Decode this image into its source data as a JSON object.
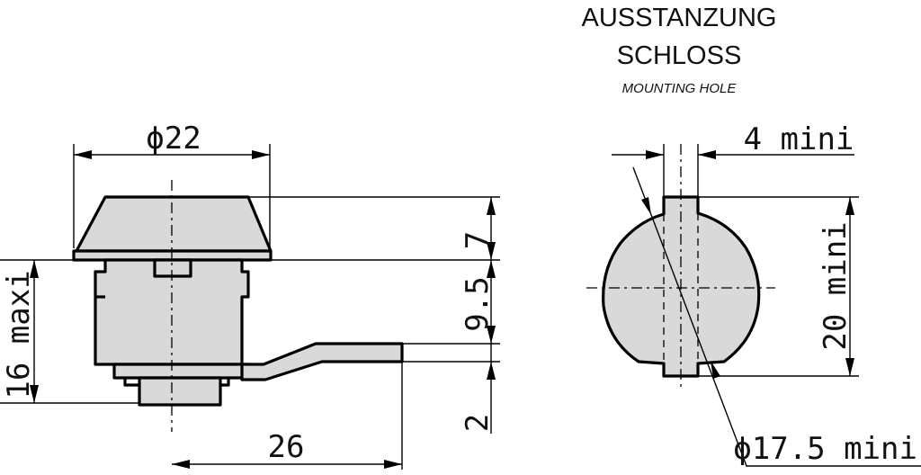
{
  "mounting_hole": {
    "title_line1": "AUSSTANZUNG",
    "title_line2": "SCHLOSS",
    "subtitle": "MOUNTING HOLE"
  },
  "dimensions": {
    "body_diameter": "ϕ22",
    "lever_length": "26",
    "max_depth": "16 maxi",
    "head_height": "7",
    "body_height": "9.5",
    "lever_thickness": "2",
    "key_width": "4 mini",
    "flat_width": "20 mini",
    "hole_diameter": "ϕ17.5 mini"
  },
  "colors": {
    "part_fill": "#d9d9d9",
    "line": "#000000",
    "background": "#ffffff"
  }
}
